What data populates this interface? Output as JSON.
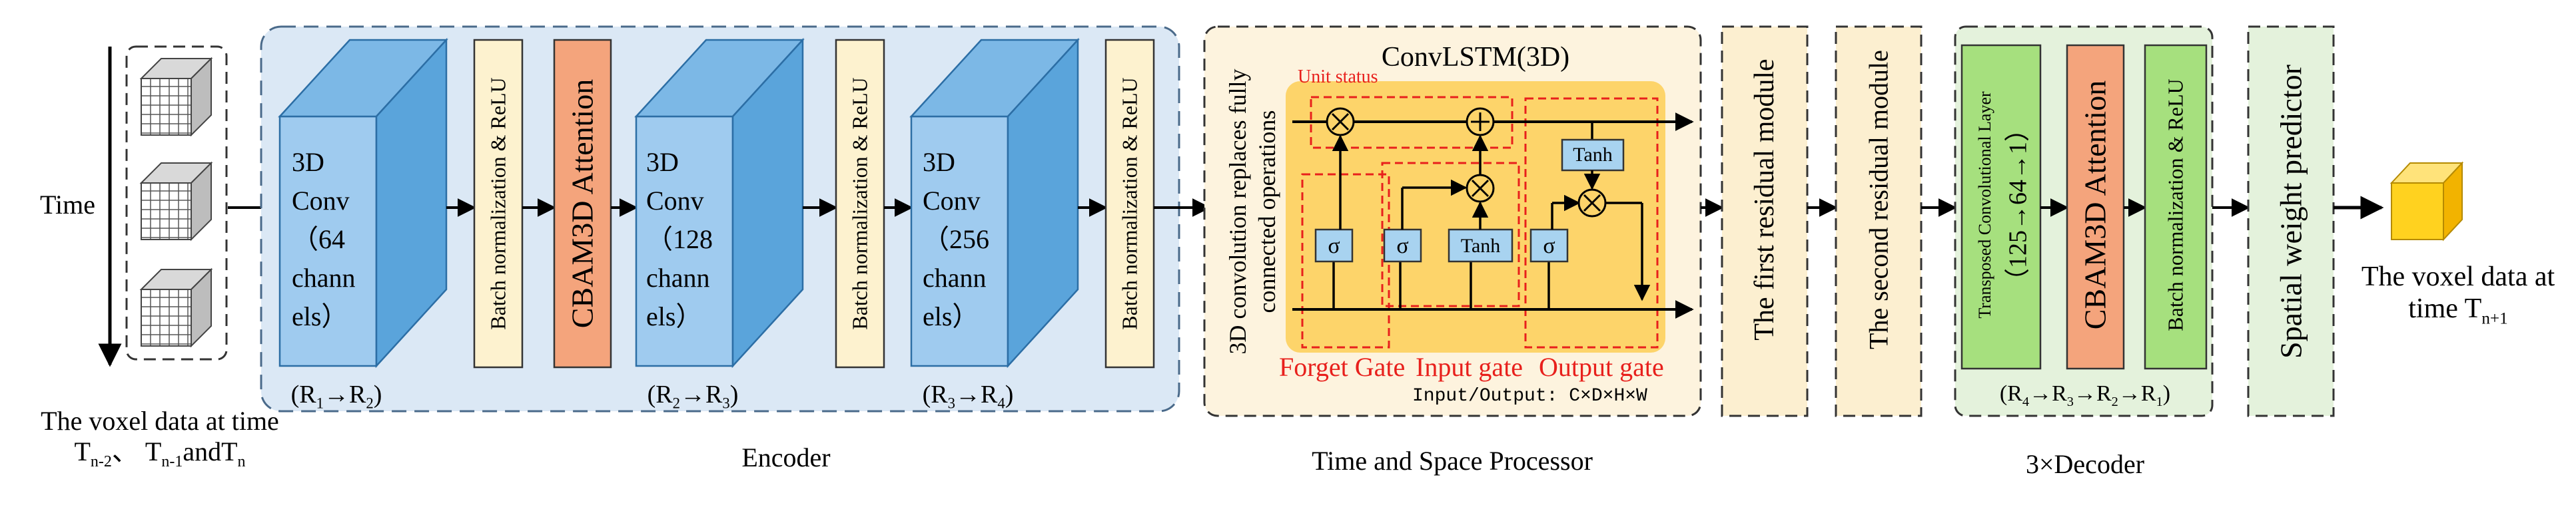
{
  "input": {
    "time_label": "Time",
    "caption_line1": "The voxel data at time",
    "caption_line2_parts": [
      "T",
      "n-2",
      "、 T",
      "n-1",
      "andT",
      "n"
    ]
  },
  "encoder": {
    "caption": "Encoder",
    "blocks": [
      {
        "text": [
          "3D",
          "Conv",
          "（64",
          "chann",
          "els）"
        ],
        "range_parts": [
          "(R",
          "1",
          "→R",
          "2",
          ")"
        ]
      },
      {
        "text": [
          "3D",
          "Conv",
          "（128",
          "chann",
          "els）"
        ],
        "range_parts": [
          "(R",
          "2",
          "→R",
          "3",
          ")"
        ]
      },
      {
        "text": [
          "3D",
          "Conv",
          "（256",
          "chann",
          "els）"
        ],
        "range_parts": [
          "(R",
          "3",
          "→R",
          "4",
          ")"
        ]
      }
    ],
    "bn_label": "Batch normalization & ReLU",
    "attention_label": "CBAM3D Attention"
  },
  "processor": {
    "caption": "Time and Space Processor",
    "side_label_line1": "3D convolution replaces fully",
    "side_label_line2": "connected operations",
    "title": "ConvLSTM(3D)",
    "unit_status": "Unit status",
    "forget_gate": "Forget Gate",
    "input_gate": "Input gate",
    "output_gate": "Output gate",
    "io_label": "Input/Output: C×D×H×W",
    "sigma": "σ",
    "tanh": "Tanh",
    "times": "×",
    "plus": "+"
  },
  "residual": {
    "first": "The first residual module",
    "second": "The second residual module"
  },
  "decoder": {
    "caption": "3×Decoder",
    "transposed_label": "Transposed Convolutional Layer",
    "transposed_sub": "（125→64→1）",
    "attention_label": "CBAM3D Attention",
    "bn_label": "Batch normalization & ReLU",
    "range_parts": [
      "(R",
      "4",
      "→R",
      "3",
      "→R",
      "2",
      "→R",
      "1",
      ")"
    ]
  },
  "predictor": {
    "label": "Spatial weight predictor"
  },
  "output": {
    "caption_line1": "The voxel data at",
    "caption_line2_parts": [
      "time T",
      "n+1"
    ]
  },
  "colors": {
    "encoder_bg": "#dbe8f5",
    "encoder_border": "#4a6a8a",
    "conv_front": "#9fcbef",
    "conv_side": "#5aa4db",
    "conv_top": "#7cb8e6",
    "bn_fill": "#fdf2cf",
    "attention_fill": "#f4a47c",
    "processor_bg": "#fdf3de",
    "lstm_fill": "#fdd46a",
    "lstm_inner": "#fde49a",
    "gate_box": "#a8d3f0",
    "residual_fill": "#fcefd0",
    "decoder_bg": "#e4f2dc",
    "decoder_green": "#a6e07e",
    "predictor_fill": "#e4f2dc",
    "output_cube_front": "#ffd21f",
    "output_cube_side": "#f2b300",
    "output_cube_top": "#ffe37a",
    "red": "#e8201c"
  }
}
